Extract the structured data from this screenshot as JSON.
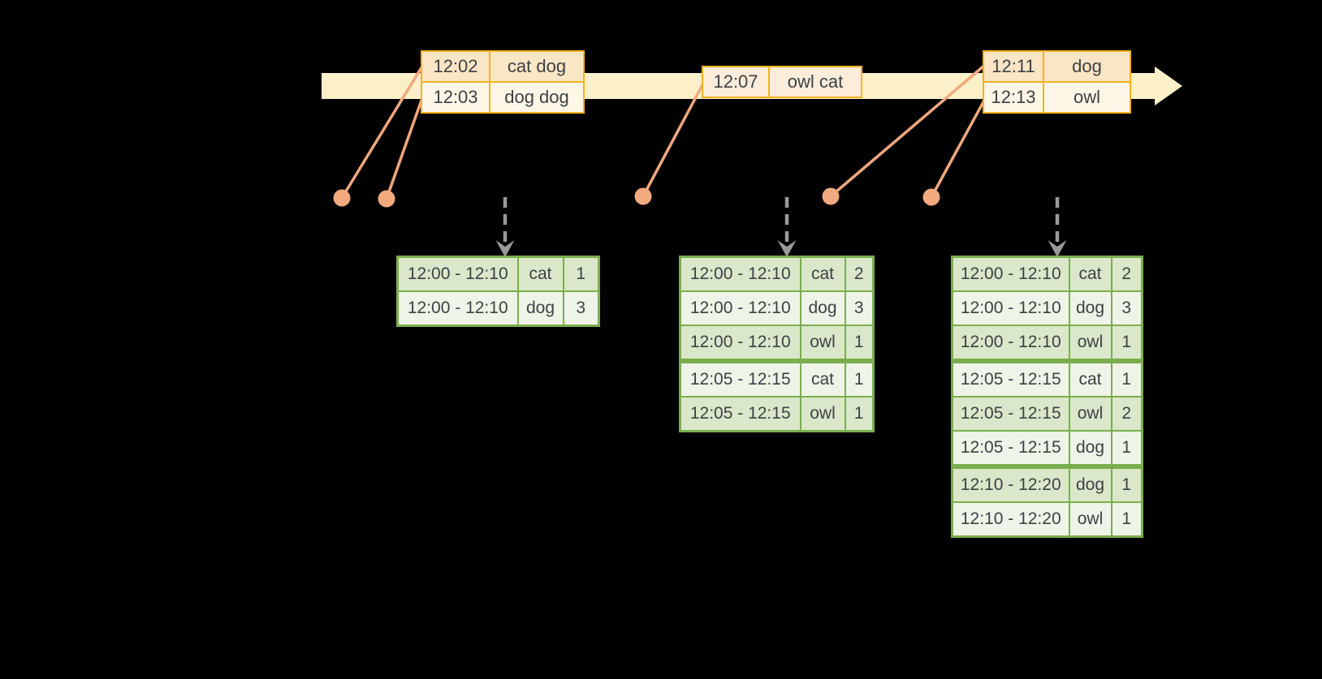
{
  "colors": {
    "background": "#000000",
    "timeline_fill": "#FBF0C7",
    "event_table_border": "#F4B41F",
    "event_row_dark": "#FAE5C5",
    "event_row_light": "#FEF6E7",
    "event_row_single": "#FBEDDA",
    "connector_salmon": "#F0A87D",
    "dot_salmon": "#F2AA7E",
    "trigger_arrow_gray": "#9A9A9A",
    "result_table_border": "#7BAE4E",
    "result_row_dark": "#DAE7CA",
    "result_row_light": "#EFF4E8",
    "text": "#3E4144"
  },
  "event_tables": [
    {
      "rows": [
        {
          "time": "12:02",
          "words": "cat dog"
        },
        {
          "time": "12:03",
          "words": "dog dog"
        }
      ]
    },
    {
      "rows": [
        {
          "time": "12:07",
          "words": "owl cat"
        }
      ]
    },
    {
      "rows": [
        {
          "time": "12:11",
          "words": "dog"
        },
        {
          "time": "12:13",
          "words": "owl"
        }
      ]
    }
  ],
  "result_tables": [
    {
      "rows": [
        {
          "window": "12:00 - 12:10",
          "word": "cat",
          "count": "1"
        },
        {
          "window": "12:00 - 12:10",
          "word": "dog",
          "count": "3"
        }
      ]
    },
    {
      "rows": [
        {
          "window": "12:00 - 12:10",
          "word": "cat",
          "count": "2"
        },
        {
          "window": "12:00 - 12:10",
          "word": "dog",
          "count": "3"
        },
        {
          "window": "12:00 - 12:10",
          "word": "owl",
          "count": "1"
        },
        {
          "window": "12:05 - 12:15",
          "word": "cat",
          "count": "1"
        },
        {
          "window": "12:05 - 12:15",
          "word": "owl",
          "count": "1"
        }
      ]
    },
    {
      "rows": [
        {
          "window": "12:00 - 12:10",
          "word": "cat",
          "count": "2"
        },
        {
          "window": "12:00 - 12:10",
          "word": "dog",
          "count": "3"
        },
        {
          "window": "12:00 - 12:10",
          "word": "owl",
          "count": "1"
        },
        {
          "window": "12:05 - 12:15",
          "word": "cat",
          "count": "1"
        },
        {
          "window": "12:05 - 12:15",
          "word": "owl",
          "count": "2"
        },
        {
          "window": "12:05 - 12:15",
          "word": "dog",
          "count": "1"
        },
        {
          "window": "12:10 - 12:20",
          "word": "dog",
          "count": "1"
        },
        {
          "window": "12:10 - 12:20",
          "word": "owl",
          "count": "1"
        }
      ]
    }
  ]
}
